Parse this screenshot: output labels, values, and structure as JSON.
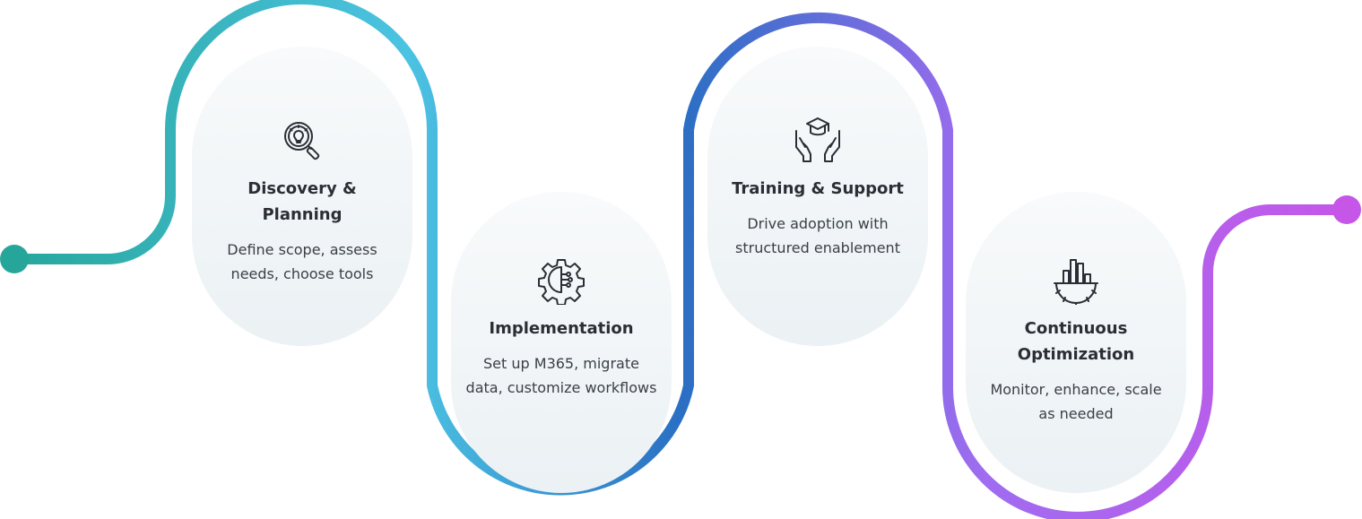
{
  "colors": {
    "teal_start": "#26a69a",
    "cyan": "#4cc3e2",
    "blue": "#2a6fc4",
    "purple": "#9f6cf0",
    "magenta": "#c656e8"
  },
  "steps": [
    {
      "icon": "bulb-magnifier-icon",
      "title": "Discovery & Planning",
      "description": "Define scope, assess needs, choose tools"
    },
    {
      "icon": "gear-circuit-icon",
      "title": "Implementation",
      "description": "Set up M365, migrate data, customize workflows"
    },
    {
      "icon": "hands-graduation-cap-icon",
      "title": "Training & Support",
      "description": "Drive adoption with structured enablement"
    },
    {
      "icon": "gear-bar-chart-icon",
      "title": "Continuous Optimization",
      "description": "Monitor, enhance, scale as needed"
    }
  ]
}
